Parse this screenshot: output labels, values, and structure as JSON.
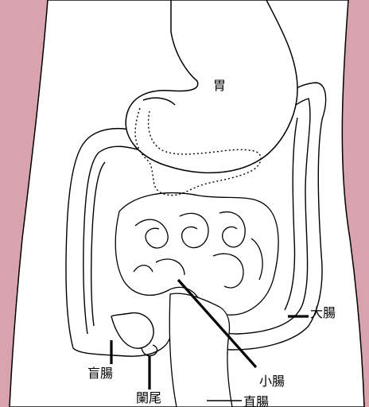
{
  "labels": {
    "stomach": "胃",
    "large_intestine": "大腸",
    "small_intestine": "小腸",
    "cecum": "盲腸",
    "appendix": "闌尾",
    "rectum": "直腸"
  },
  "colors": {
    "skin": "#d9a3ad",
    "outline": "#000000",
    "fill": "#ffffff"
  }
}
